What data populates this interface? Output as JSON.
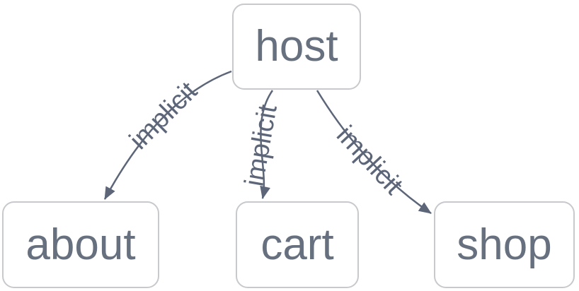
{
  "diagram": {
    "type": "dependency-graph",
    "background_color": "#ffffff",
    "node_border_color": "#c7c9cc",
    "node_text_color": "#67707e",
    "edge_color": "#5c6678",
    "nodes": [
      {
        "id": "host",
        "label": "host"
      },
      {
        "id": "about",
        "label": "about"
      },
      {
        "id": "cart",
        "label": "cart"
      },
      {
        "id": "shop",
        "label": "shop"
      }
    ],
    "edges": [
      {
        "from": "host",
        "to": "about",
        "label": "implicit"
      },
      {
        "from": "host",
        "to": "cart",
        "label": "implicit"
      },
      {
        "from": "host",
        "to": "shop",
        "label": "implicit"
      }
    ]
  }
}
